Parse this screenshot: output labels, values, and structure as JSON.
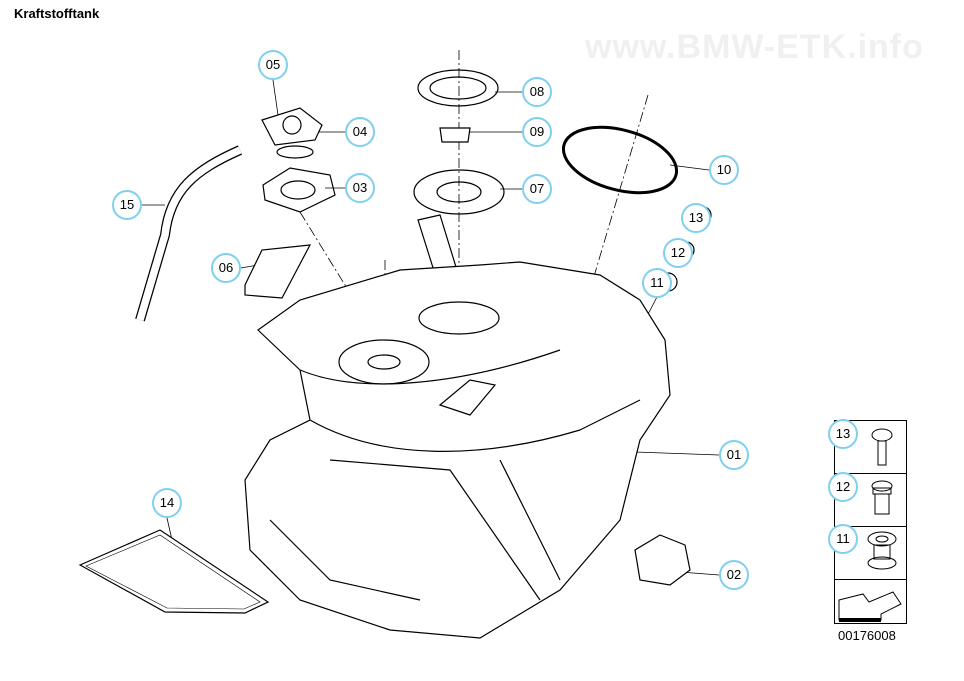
{
  "title": "Kraftstofftank",
  "watermark": "www.BMW-ETK.info",
  "diagram_code": "00176008",
  "callouts": {
    "c01": "01",
    "c02": "02",
    "c03": "03",
    "c04": "04",
    "c05": "05",
    "c06": "06",
    "c07": "07",
    "c08": "08",
    "c09": "09",
    "c10": "10",
    "c11": "11",
    "c12": "12",
    "c13": "13",
    "c14": "14",
    "c15": "15"
  },
  "legend": [
    "13",
    "12",
    "11"
  ],
  "colors": {
    "callout_ring": "#7fd0ee"
  }
}
